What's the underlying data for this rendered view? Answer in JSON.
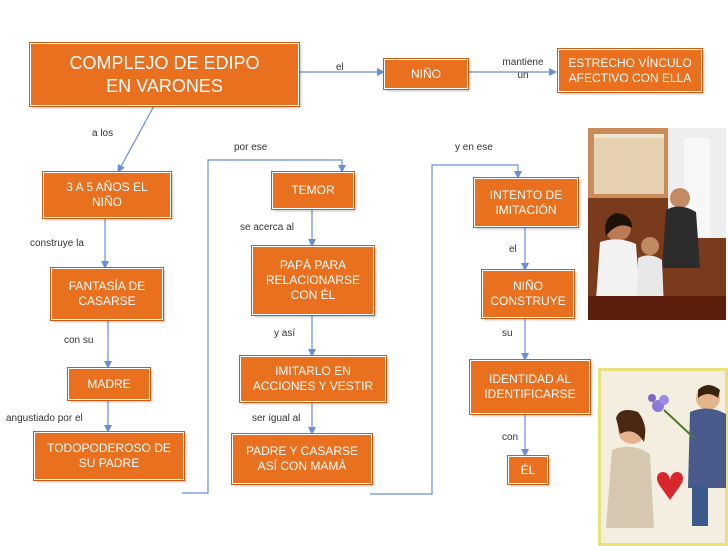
{
  "title_box": {
    "text": "COMPLEJO DE EDIPO EN VARONES"
  },
  "nodes": {
    "nino_top": "NIÑO",
    "vinculo": "ESTRECHO VÍNCULO AFECTIVO CON ELLA",
    "edad": "3 A 5 AÑOS EL NIÑO",
    "fantasia": "FANTASÍA DE CASARSE",
    "madre": "MADRE",
    "todopoderoso": "TODOPODEROSO DE SU PADRE",
    "temor": "TEMOR",
    "papa": "PAPÁ PARA RELACIONARSE CON ÉL",
    "imitarlo": "IMITARLO EN ACCIONES Y VESTIR",
    "padre_casarse": "PADRE Y CASARSE ASÍ CON MAMÁ",
    "intento": "INTENTO DE IMITACIÓN",
    "nino_construye": "NIÑO CONSTRUYE",
    "identidad": "IDENTIDAD AL IDENTIFICARSE",
    "el": "ÉL"
  },
  "labels": {
    "el_link": "el",
    "mantiene_un": "mantiene un",
    "a_los": "a  los",
    "construye_la": "construye  la",
    "con_su": "con su",
    "angustiado": "angustiado por el",
    "por_ese": "por  ese",
    "se_acerca": "se acerca al",
    "y_asi": "y  así",
    "ser_igual": "ser igual al",
    "y_en_ese": "y  en ese",
    "el_label": "el",
    "su": "su",
    "con": "con"
  },
  "colors": {
    "box_fill": "#e8701f",
    "line": "#6b8fd6"
  }
}
